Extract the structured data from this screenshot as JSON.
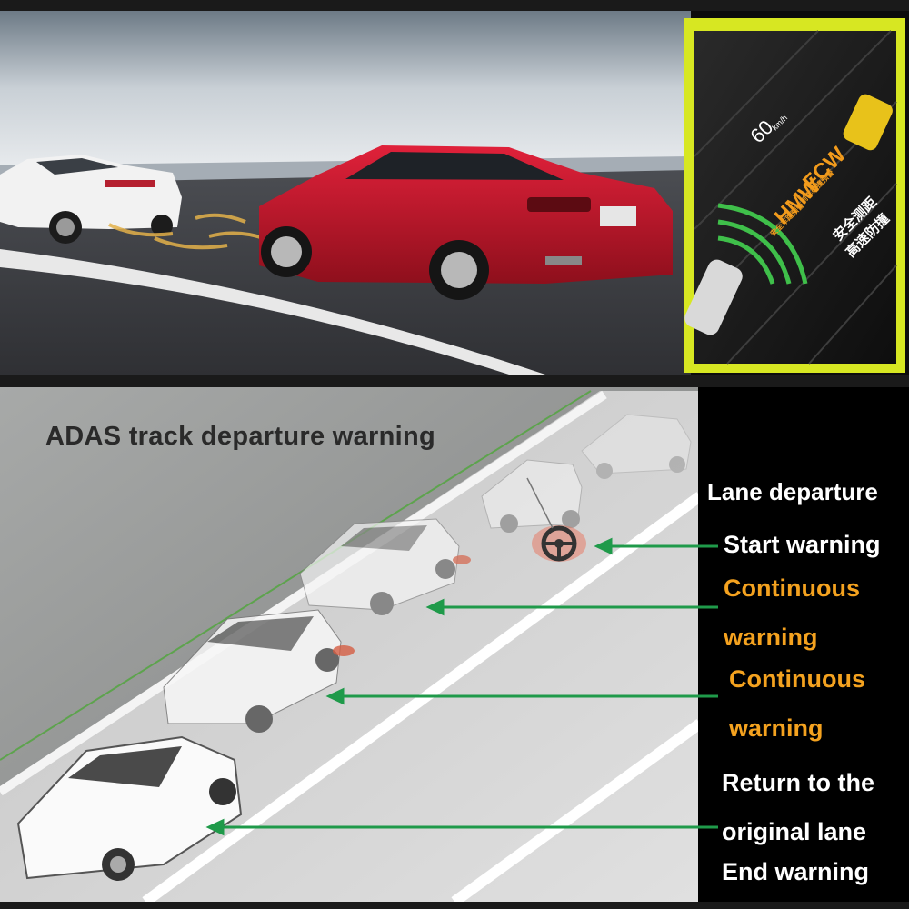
{
  "scene": {
    "top_image": {
      "description_icons": [
        "red-sedan",
        "white-sedan",
        "radar-waves"
      ],
      "hud": {
        "speed": "60",
        "speed_unit": "km/h",
        "fcw_label": "FCW",
        "hmw_label": "HMW",
        "cn_fcw": "前车碰撞预警",
        "cn_hmw": "安全车距预警",
        "cn_main": "安全测距",
        "cn_main2": "高速防撞",
        "accent_color": "#d7e722"
      }
    },
    "bottom_image": {
      "heading": "ADAS track departure warning",
      "labels": {
        "lane_departure": "Lane departure",
        "start_warning": "Start warning",
        "continuous_1a": "Continuous",
        "continuous_1b": "warning",
        "continuous_2a": "Continuous",
        "continuous_2b": "warning",
        "return_1": "Return to the",
        "return_2": "original lane",
        "end_warning": "End warning"
      },
      "arrow_color": "#1f9a4a",
      "orange_color": "#f4a21f"
    }
  }
}
